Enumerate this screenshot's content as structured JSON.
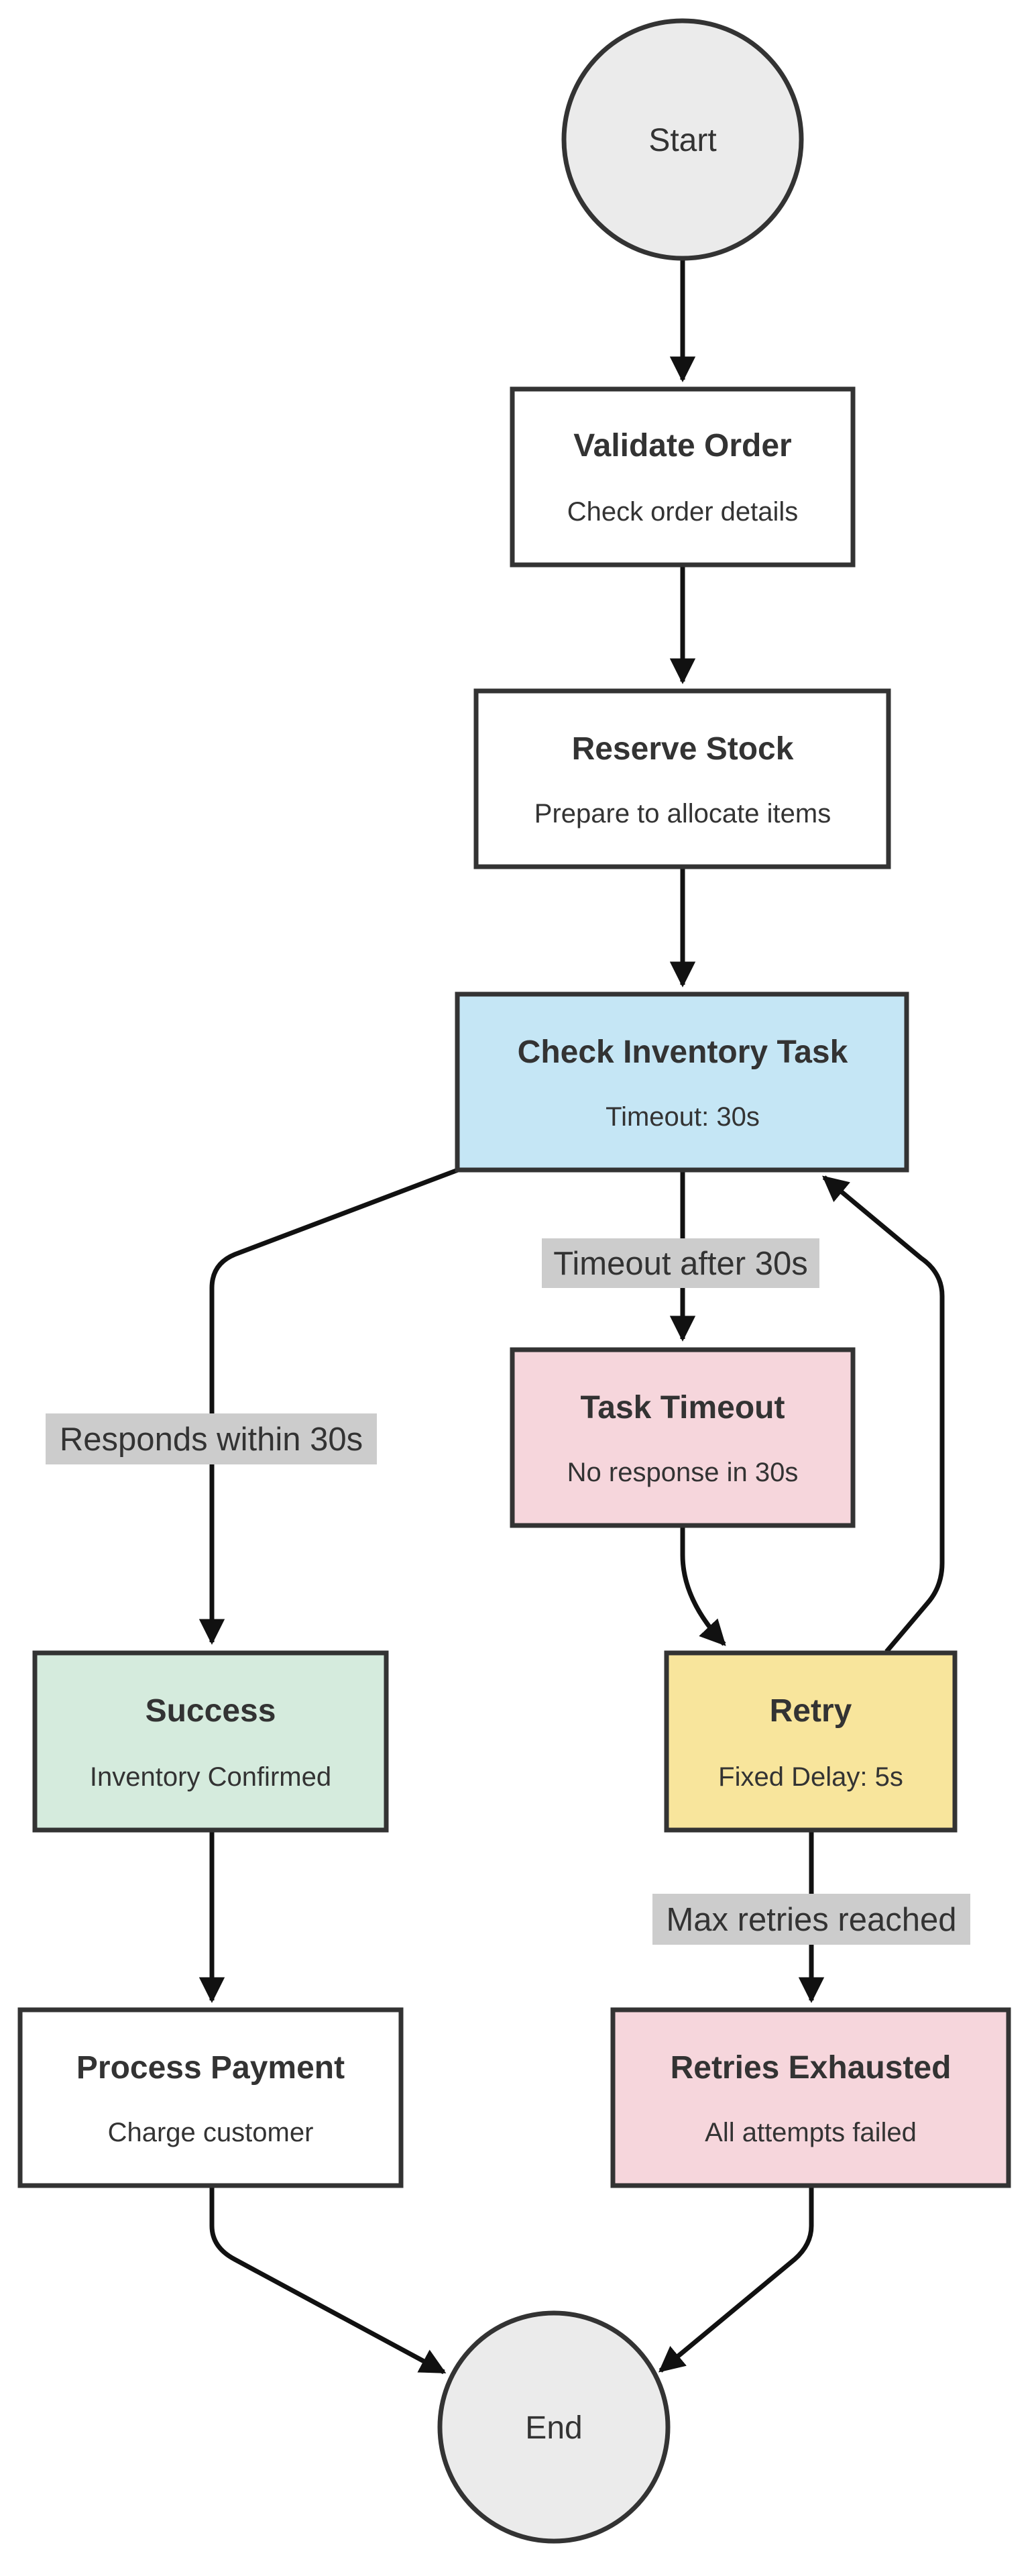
{
  "colors": {
    "terminal": "#ebebeb",
    "default": "#ffffff",
    "blue": "#c5e6f5",
    "pink": "#f6d6dc",
    "green": "#d5ebdd",
    "yellow": "#f8e59c",
    "label_bg": "#cccccc",
    "stroke": "#333333",
    "edge": "#111111"
  },
  "nodes": {
    "start": {
      "label": "Start"
    },
    "validate": {
      "title": "Validate Order",
      "subtitle": "Check order details"
    },
    "reserve": {
      "title": "Reserve Stock",
      "subtitle": "Prepare to allocate items"
    },
    "check": {
      "title": "Check Inventory Task",
      "subtitle": "Timeout: 30s"
    },
    "timeout": {
      "title": "Task Timeout",
      "subtitle": "No response in 30s"
    },
    "retry": {
      "title": "Retry",
      "subtitle": "Fixed Delay: 5s"
    },
    "success": {
      "title": "Success",
      "subtitle": "Inventory Confirmed"
    },
    "payment": {
      "title": "Process Payment",
      "subtitle": "Charge customer"
    },
    "exhausted": {
      "title": "Retries Exhausted",
      "subtitle": "All attempts failed"
    },
    "end": {
      "label": "End"
    }
  },
  "edges": [
    {
      "from": "start",
      "to": "validate"
    },
    {
      "from": "validate",
      "to": "reserve"
    },
    {
      "from": "reserve",
      "to": "check"
    },
    {
      "from": "check",
      "to": "success",
      "label": "Responds within 30s"
    },
    {
      "from": "check",
      "to": "timeout",
      "label": "Timeout after 30s"
    },
    {
      "from": "timeout",
      "to": "retry"
    },
    {
      "from": "retry",
      "to": "check"
    },
    {
      "from": "success",
      "to": "payment"
    },
    {
      "from": "retry",
      "to": "exhausted",
      "label": "Max retries reached"
    },
    {
      "from": "payment",
      "to": "end"
    },
    {
      "from": "exhausted",
      "to": "end"
    }
  ]
}
